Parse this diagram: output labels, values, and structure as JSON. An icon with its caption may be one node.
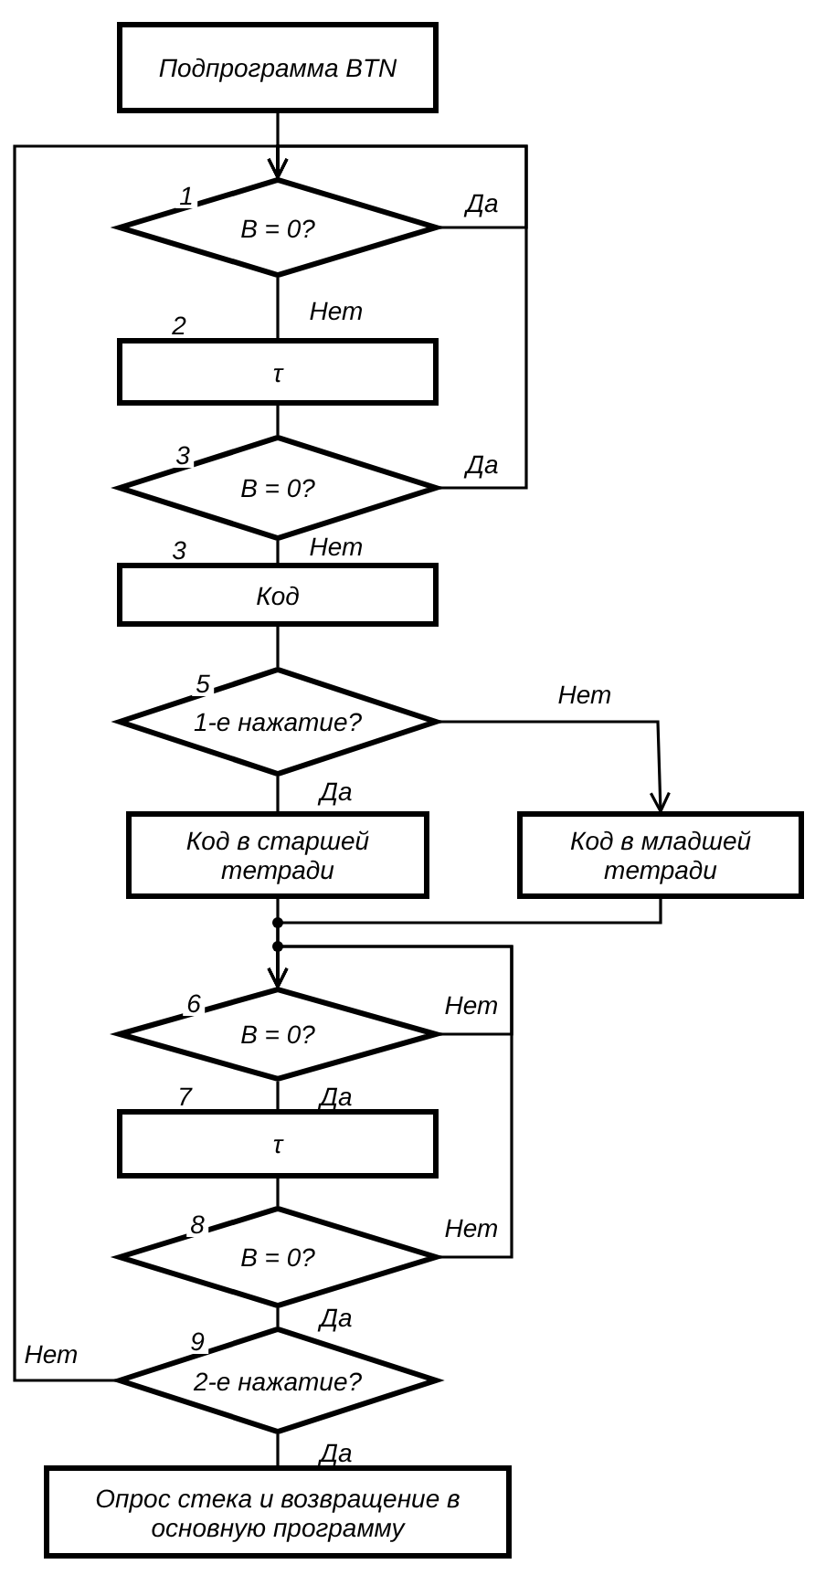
{
  "diagram": {
    "nodes": [
      {
        "text": [
          "Подпрограмма BTN"
        ]
      },
      {
        "text": [
          "B = 0?"
        ],
        "beside": [
          "1"
        ]
      },
      {
        "text": [
          "τ"
        ],
        "beside": [
          "2"
        ]
      },
      {
        "text": [
          "B = 0?"
        ],
        "beside": [
          "3"
        ]
      },
      {
        "text": [
          "Код"
        ],
        "beside": [
          "3"
        ]
      },
      {
        "text": [
          "1-е нажатие?"
        ],
        "beside": [
          "5"
        ]
      },
      {
        "text": [
          "Код в старшей тетради"
        ]
      },
      {
        "text": [
          "Код в младшей тетради"
        ]
      },
      {
        "text": [
          "B = 0?"
        ],
        "beside": [
          "6"
        ]
      },
      {
        "text": [
          "τ"
        ],
        "beside": [
          "7"
        ]
      },
      {
        "text": [
          "B = 0?"
        ],
        "beside": [
          "8"
        ]
      },
      {
        "text": [
          "2-е нажатие?"
        ],
        "beside": [
          "9"
        ]
      },
      {
        "text": [
          "Опрос стека и возвращение в основную программу"
        ]
      }
    ],
    "edges": [
      {
        "from": 0,
        "to": 1,
        "arrow": "none"
      },
      {
        "from": 1,
        "to": 1,
        "arrow": "to",
        "label": "Да"
      },
      {
        "from": 1,
        "to": 2,
        "arrow": "none",
        "label": "Нет"
      },
      {
        "from": 2,
        "to": 3,
        "arrow": "none"
      },
      {
        "from": 3,
        "to": 1,
        "arrow": "to",
        "label": "Да"
      },
      {
        "from": 3,
        "to": 4,
        "arrow": "none",
        "label": "Нет"
      },
      {
        "from": 4,
        "to": 5,
        "arrow": "none"
      },
      {
        "from": 5,
        "to": 6,
        "arrow": "none",
        "label": "Да"
      },
      {
        "from": 5,
        "to": 7,
        "arrow": "to",
        "label": "Нет"
      },
      {
        "from": 6,
        "to": 8,
        "arrow": "none"
      },
      {
        "from": 7,
        "to": 8,
        "arrow": "to"
      },
      {
        "from": 8,
        "to": 8,
        "arrow": "to",
        "label": "Нет"
      },
      {
        "from": 8,
        "to": 9,
        "arrow": "none",
        "label": "Да"
      },
      {
        "from": 9,
        "to": 10,
        "arrow": "none"
      },
      {
        "from": 10,
        "to": 8,
        "arrow": "to",
        "label": "Нет"
      },
      {
        "from": 10,
        "to": 11,
        "arrow": "none",
        "label": "Да"
      },
      {
        "from": 11,
        "to": 1,
        "arrow": "to",
        "label": "Нет"
      },
      {
        "from": 11,
        "to": 12,
        "arrow": "none",
        "label": "Да"
      }
    ]
  }
}
